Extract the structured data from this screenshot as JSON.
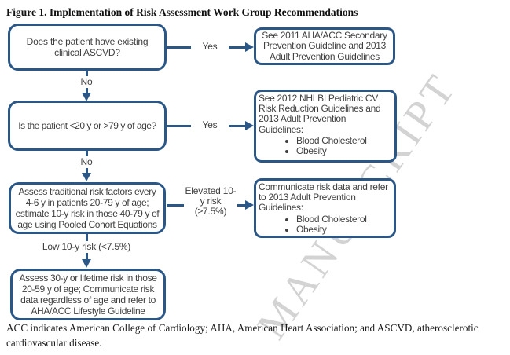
{
  "figure": {
    "title": "Figure 1. Implementation of Risk Assessment Work Group Recommendations",
    "footnote": "ACC indicates American College of Cardiology; AHA, American Heart Association; and ASCVD, atherosclerotic cardiovascular disease.",
    "watermark": "MANUSCRIPT"
  },
  "colors": {
    "accent": "#2b5787",
    "box_text": "#3f3f3f",
    "watermark": "#d3d3d3"
  },
  "flowchart": {
    "q_ascvd": "Does the patient have existing clinical ASCVD?",
    "yes1": "Yes",
    "no1": "No",
    "ref_secondary": "See 2011 AHA/ACC Secondary Prevention Guideline and 2013 Adult Prevention Guidelines",
    "q_age": "Is the patient <20 y or >79 y of age?",
    "yes2": "Yes",
    "no2": "No",
    "ref_pediatric": {
      "intro": "See 2012 NHLBI Pediatric CV Risk Reduction Guidelines and 2013 Adult Prevention Guidelines:",
      "bullets": [
        "Blood Cholesterol",
        "Obesity"
      ]
    },
    "assess_traditional": "Assess traditional risk factors every 4-6 y in patients 20-79 y of age; estimate 10-y risk in those 40-79 y of age using Pooled Cohort Equations",
    "elevated_label": "Elevated 10-y risk (≥7.5%)",
    "low_label": "Low 10-y risk (<7.5%)",
    "ref_communicate": {
      "intro": "Communicate risk data and refer to 2013 Adult Prevention Guidelines:",
      "bullets": [
        "Blood Cholesterol",
        "Obesity"
      ]
    },
    "assess_lifetime": "Assess 30-y or lifetime risk in those 20-59 y of age; Communicate risk data regardless of age and refer to AHA/ACC Lifestyle Guideline"
  }
}
